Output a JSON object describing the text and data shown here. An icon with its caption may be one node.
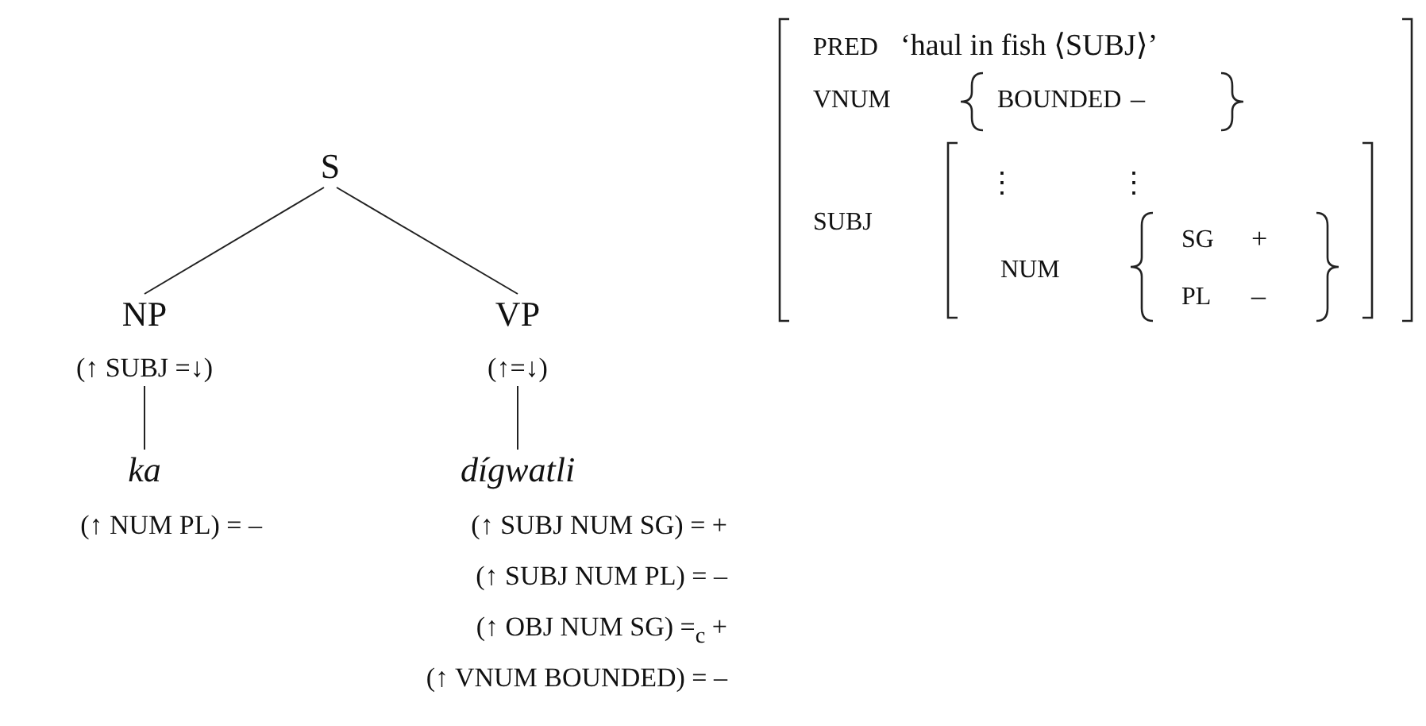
{
  "diagram": {
    "nodes": [
      {
        "text": [
          "S"
        ]
      },
      {
        "text": [
          "NP",
          "(↑ SUBJ =↓)"
        ]
      },
      {
        "text": [
          "VP",
          "(↑=↓)"
        ]
      },
      {
        "text": [
          "ka"
        ],
        "beside": [
          "(↑ NUM PL) = –"
        ]
      },
      {
        "text": [
          "dígwatli"
        ],
        "beside": [
          "(↑ SUBJ NUM SG) = +",
          "(↑ SUBJ NUM PL) = –",
          "(↑ OBJ NUM SG) =$_{c}$ +",
          "(↑ VNUM BOUNDED) = –"
        ]
      }
    ],
    "edges": [
      {
        "from": 0,
        "to": 1,
        "arrow": "none"
      },
      {
        "from": 0,
        "to": 2,
        "arrow": "none"
      },
      {
        "from": 1,
        "to": 3,
        "arrow": "none"
      },
      {
        "from": 2,
        "to": 4,
        "arrow": "none"
      }
    ],
    "labels": [
      "PRED",
      "‘haul in fish ⟨SUBJ⟩’",
      "VNUM",
      "BOUNDED",
      "–",
      "SUBJ",
      "⋮",
      "⋮",
      "NUM",
      "SG",
      "+",
      "PL",
      "–"
    ]
  }
}
